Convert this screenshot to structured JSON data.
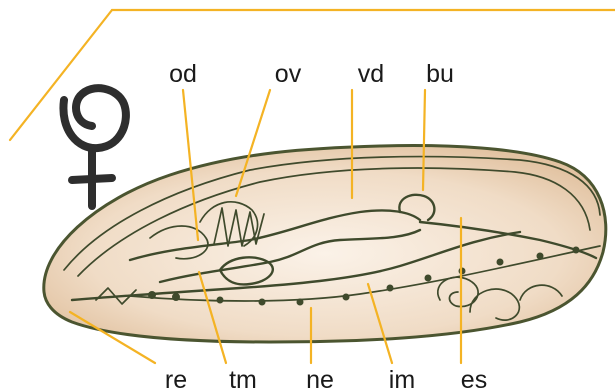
{
  "labels": {
    "od": "od",
    "ov": "ov",
    "vd": "vd",
    "bu": "bu",
    "re": "re",
    "tm": "tm",
    "ne": "ne",
    "im": "im",
    "es": "es"
  },
  "colors": {
    "leader": "#f4b324",
    "organ_outline": "#3f4a2c",
    "body_fill": "#f2e2cf",
    "symbol": "#2e2e2e",
    "text": "#1a1a1a"
  },
  "symbol": "female-symbol-icon"
}
